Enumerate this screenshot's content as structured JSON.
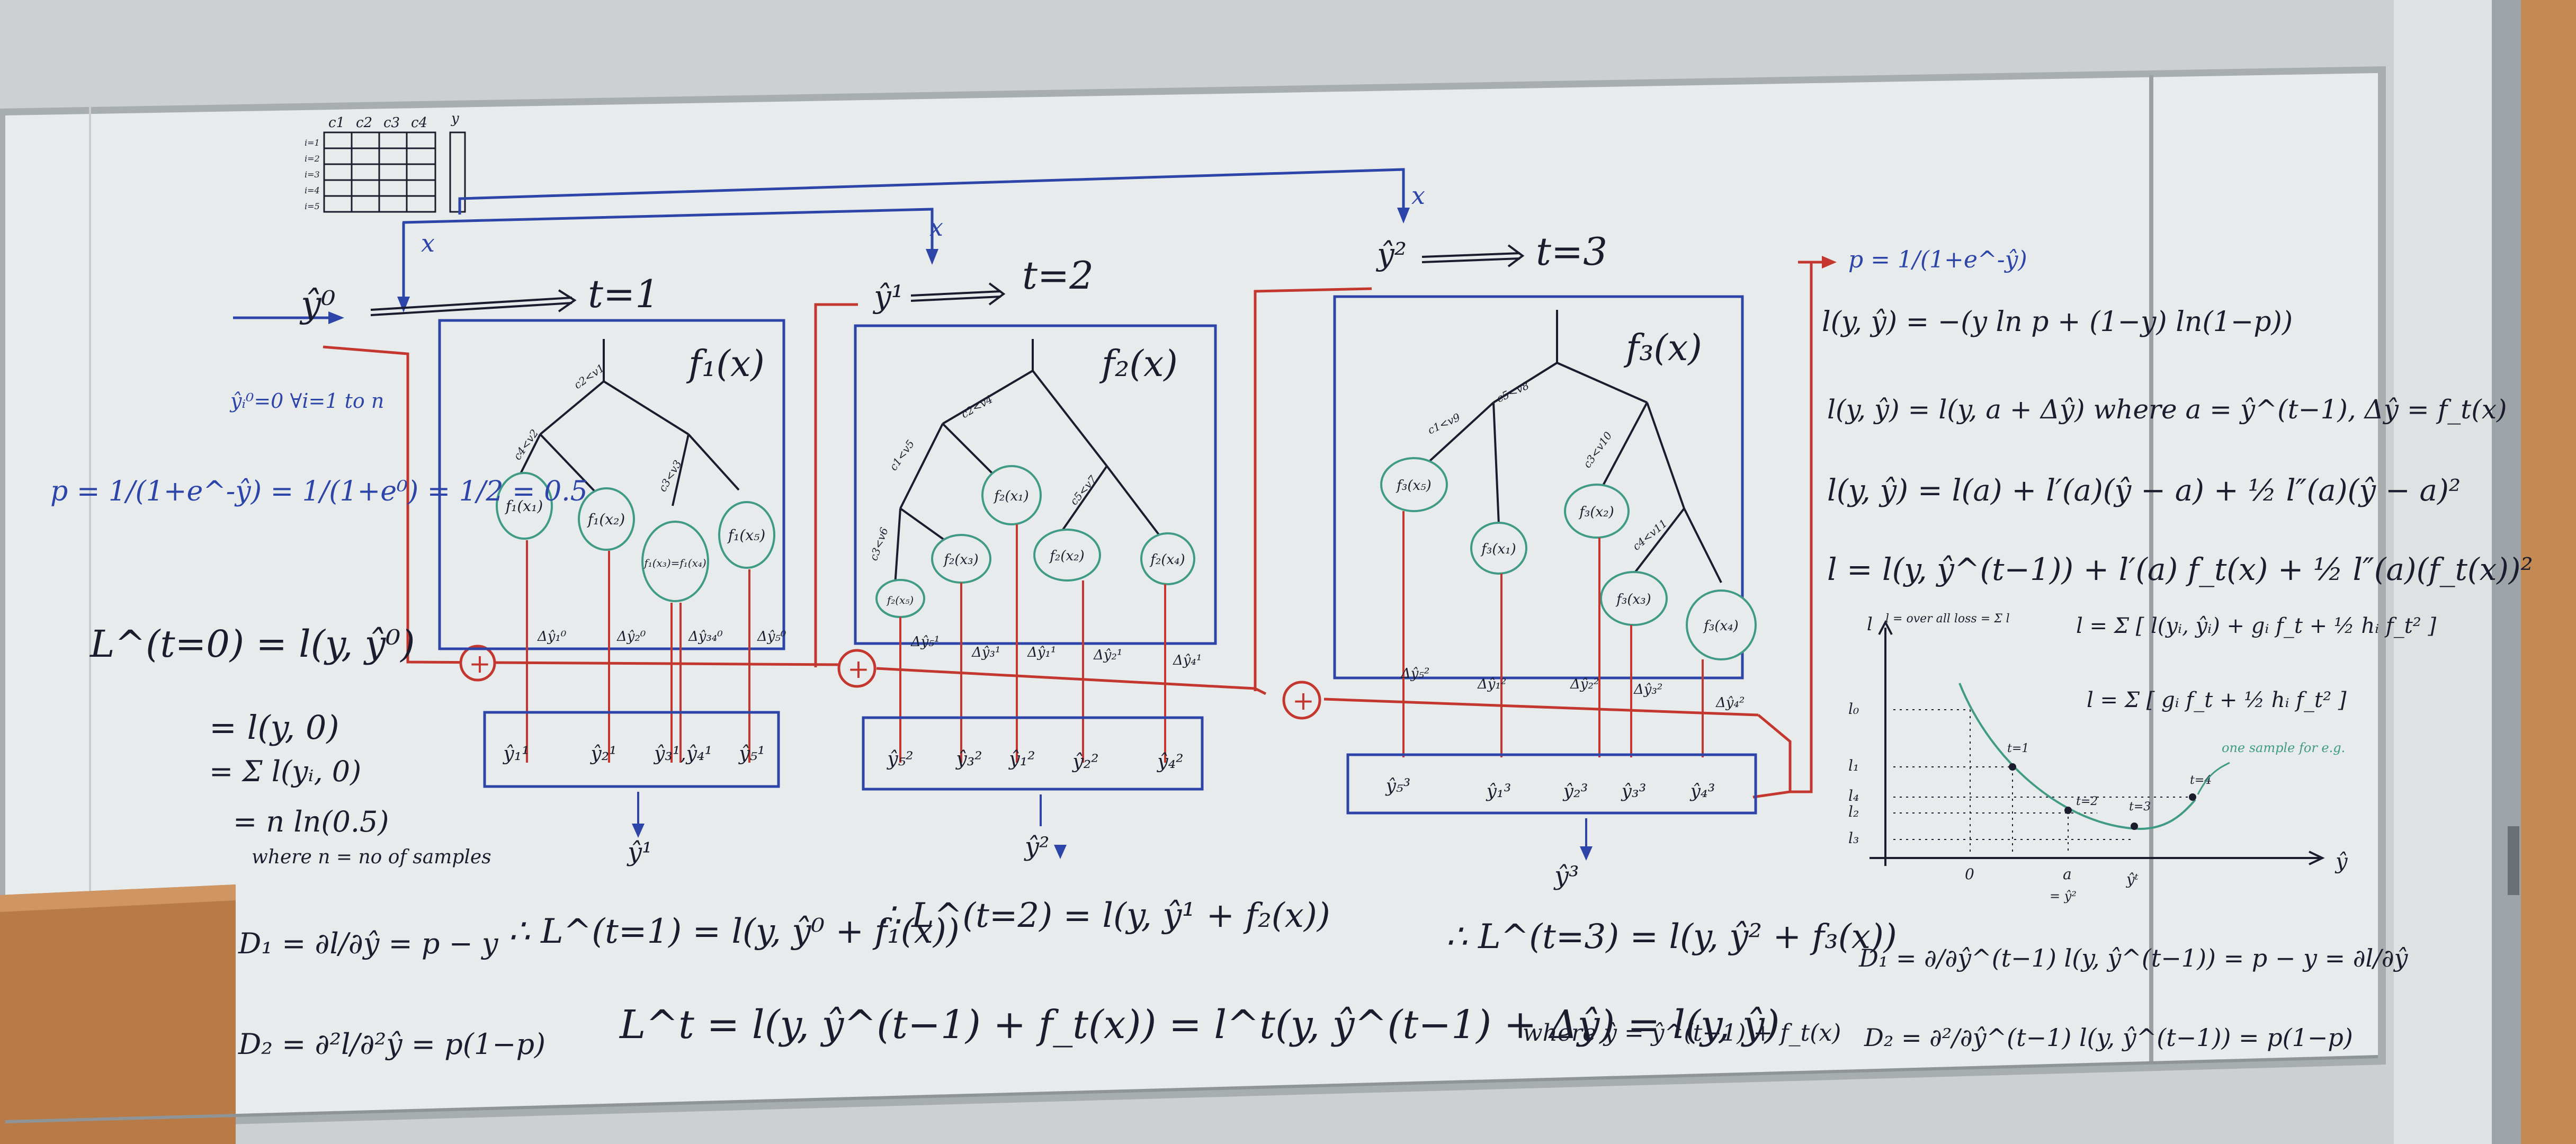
{
  "colors": {
    "board": "#e9ecec",
    "ink_black": "#1b1d2e",
    "ink_blue": "#2d44a8",
    "ink_red": "#c4372f",
    "ink_green": "#3f9a86",
    "frame": "#9aa0a3",
    "wall": "#cfd2d3",
    "cabinet": "#b97a47"
  },
  "dataset": {
    "col_labels": [
      "c1",
      "c2",
      "c3",
      "c4"
    ],
    "target_label": "y",
    "row_labels": [
      "i=1",
      "i=2",
      "i=3",
      "i=4",
      "i=5"
    ]
  },
  "flow": {
    "input_label": "x",
    "init_pred": "ŷ⁰",
    "step1": "t=1",
    "step2": "t=2",
    "step3": "t=3",
    "pred1": "ŷ¹",
    "pred2": "ŷ²",
    "pred3": "ŷ³",
    "plus": "+"
  },
  "init_notes": {
    "init": "ŷᵢ⁰=0 ∀i=1 to n",
    "p_formula": "p = 1/(1+e^-ŷ) = 1/(1+e⁰) = 1/2 = 0.5"
  },
  "trees": [
    {
      "name": "f₁(x)",
      "splits": [
        "c2<v1",
        "c4<v2",
        "c3<v3"
      ],
      "leaves": [
        "f₁(x₁)",
        "f₁(x₂)",
        "f₁(x₃)=f₁(x₄)",
        "f₁(x₅)"
      ],
      "deltas": [
        "Δŷ₁⁰",
        "Δŷ₂⁰",
        "Δŷ₃₄⁰",
        "Δŷ₅⁰"
      ],
      "preds": [
        "ŷ₁¹",
        "ŷ₂¹",
        "ŷ₃¹,ŷ₄¹",
        "ŷ₅¹"
      ]
    },
    {
      "name": "f₂(x)",
      "splits": [
        "c2<v4",
        "c1<v5",
        "c3<v6",
        "c5<v7"
      ],
      "leaves": [
        "f₂(x₅)",
        "f₂(x₃)",
        "f₂(x₁)",
        "f₂(x₂)",
        "f₂(x₄)"
      ],
      "deltas": [
        "Δŷ₅¹",
        "Δŷ₃¹",
        "Δŷ₁¹",
        "Δŷ₂¹",
        "Δŷ₄¹"
      ],
      "preds": [
        "ŷ₅²",
        "ŷ₃²",
        "ŷ₁²",
        "ŷ₂²",
        "ŷ₄²"
      ]
    },
    {
      "name": "f₃(x)",
      "splits": [
        "c5<v8",
        "c1<v9",
        "c3<v10",
        "c4<v11"
      ],
      "leaves": [
        "f₃(x₅)",
        "f₃(x₁)",
        "f₃(x₂)",
        "f₃(x₃)",
        "f₃(x₄)"
      ],
      "deltas": [
        "Δŷ₅²",
        "Δŷ₁²",
        "Δŷ₂²",
        "Δŷ₃²",
        "Δŷ₄²"
      ],
      "preds": [
        "ŷ₅³",
        "ŷ₁³",
        "ŷ₂³",
        "ŷ₃³",
        "ŷ₄³"
      ]
    }
  ],
  "loss_left": {
    "l0": "L^(t=0) = l(y, ŷ⁰)",
    "l1": "= l(y, 0)",
    "l2": "= Σ l(yᵢ, 0)",
    "l3": "= n ln(0.5)",
    "l4": "where n = no of samples",
    "d1": "D₁ = ∂l/∂ŷ = p − y",
    "d2": "D₂ = ∂²l/∂²ŷ = p(1−p)"
  },
  "loss_bottom": {
    "t1": "∴ L^(t=1) = l(y, ŷ⁰ + f₁(x))",
    "t2": "∴ L^(t=2) = l(y, ŷ¹ + f₂(x))",
    "t3": "∴ L^(t=3) = l(y, ŷ² + f₃(x))",
    "general": "L^t = l(y, ŷ^(t−1) + f_t(x)) = l^t(y, ŷ^(t−1) + Δŷ) = l(y, ŷ)",
    "where": "where ŷ = ŷ^(t−1) + f_t(x)"
  },
  "right_panel": {
    "p": "p = 1/(1+e^-ŷ)",
    "e1": "l(y, ŷ) = −(y ln p + (1−y) ln(1−p))",
    "e2": "l(y, ŷ) = l(y, a + Δŷ)   where a = ŷ^(t−1), Δŷ = f_t(x)",
    "e3": "l(y, ŷ) = l(a) + l′(a)(ŷ − a) + ½ l″(a)(ŷ − a)²",
    "e4": "l = l(y, ŷ^(t−1)) + l′(a) f_t(x) + ½ l″(a)(f_t(x))²",
    "e5": "l = Σ [ l(yᵢ, ŷᵢ) + gᵢ f_t + ½ hᵢ f_t² ]",
    "e6": "l = Σ [ gᵢ f_t + ½ hᵢ f_t² ]",
    "overall": "l = over all loss = Σ l",
    "d1": "D₁ = ∂/∂ŷ^(t−1) l(y, ŷ^(t−1)) = p − y = ∂l/∂ŷ",
    "d2": "D₂ = ∂²/∂ŷ^(t−1) l(y, ŷ^(t−1)) = p(1−p)"
  },
  "sketch": {
    "y_axis": "l",
    "x_axis": "ŷ",
    "y_ticks": [
      "l₀",
      "l₁",
      "l₄",
      "l₂",
      "l₃"
    ],
    "x_ticks": [
      "0",
      "a",
      "ŷᵗ"
    ],
    "x_note": "= ŷ²",
    "points": [
      "t=1",
      "t=2",
      "t=3",
      "t=4"
    ],
    "note": "one sample for e.g."
  }
}
